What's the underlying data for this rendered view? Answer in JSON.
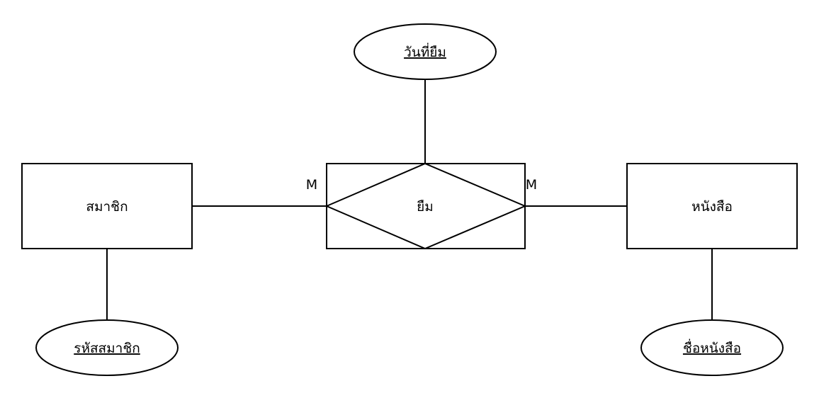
{
  "entities": {
    "member": "สมาชิก",
    "book": "หนังสือ"
  },
  "relationship": {
    "label": "ยืม",
    "cardinality_left": "M",
    "cardinality_right": "M"
  },
  "attributes": {
    "borrow_date": "วันที่ยืม",
    "member_id": "รหัสสมาชิก",
    "book_name": "ชื่อหนังสือ"
  }
}
